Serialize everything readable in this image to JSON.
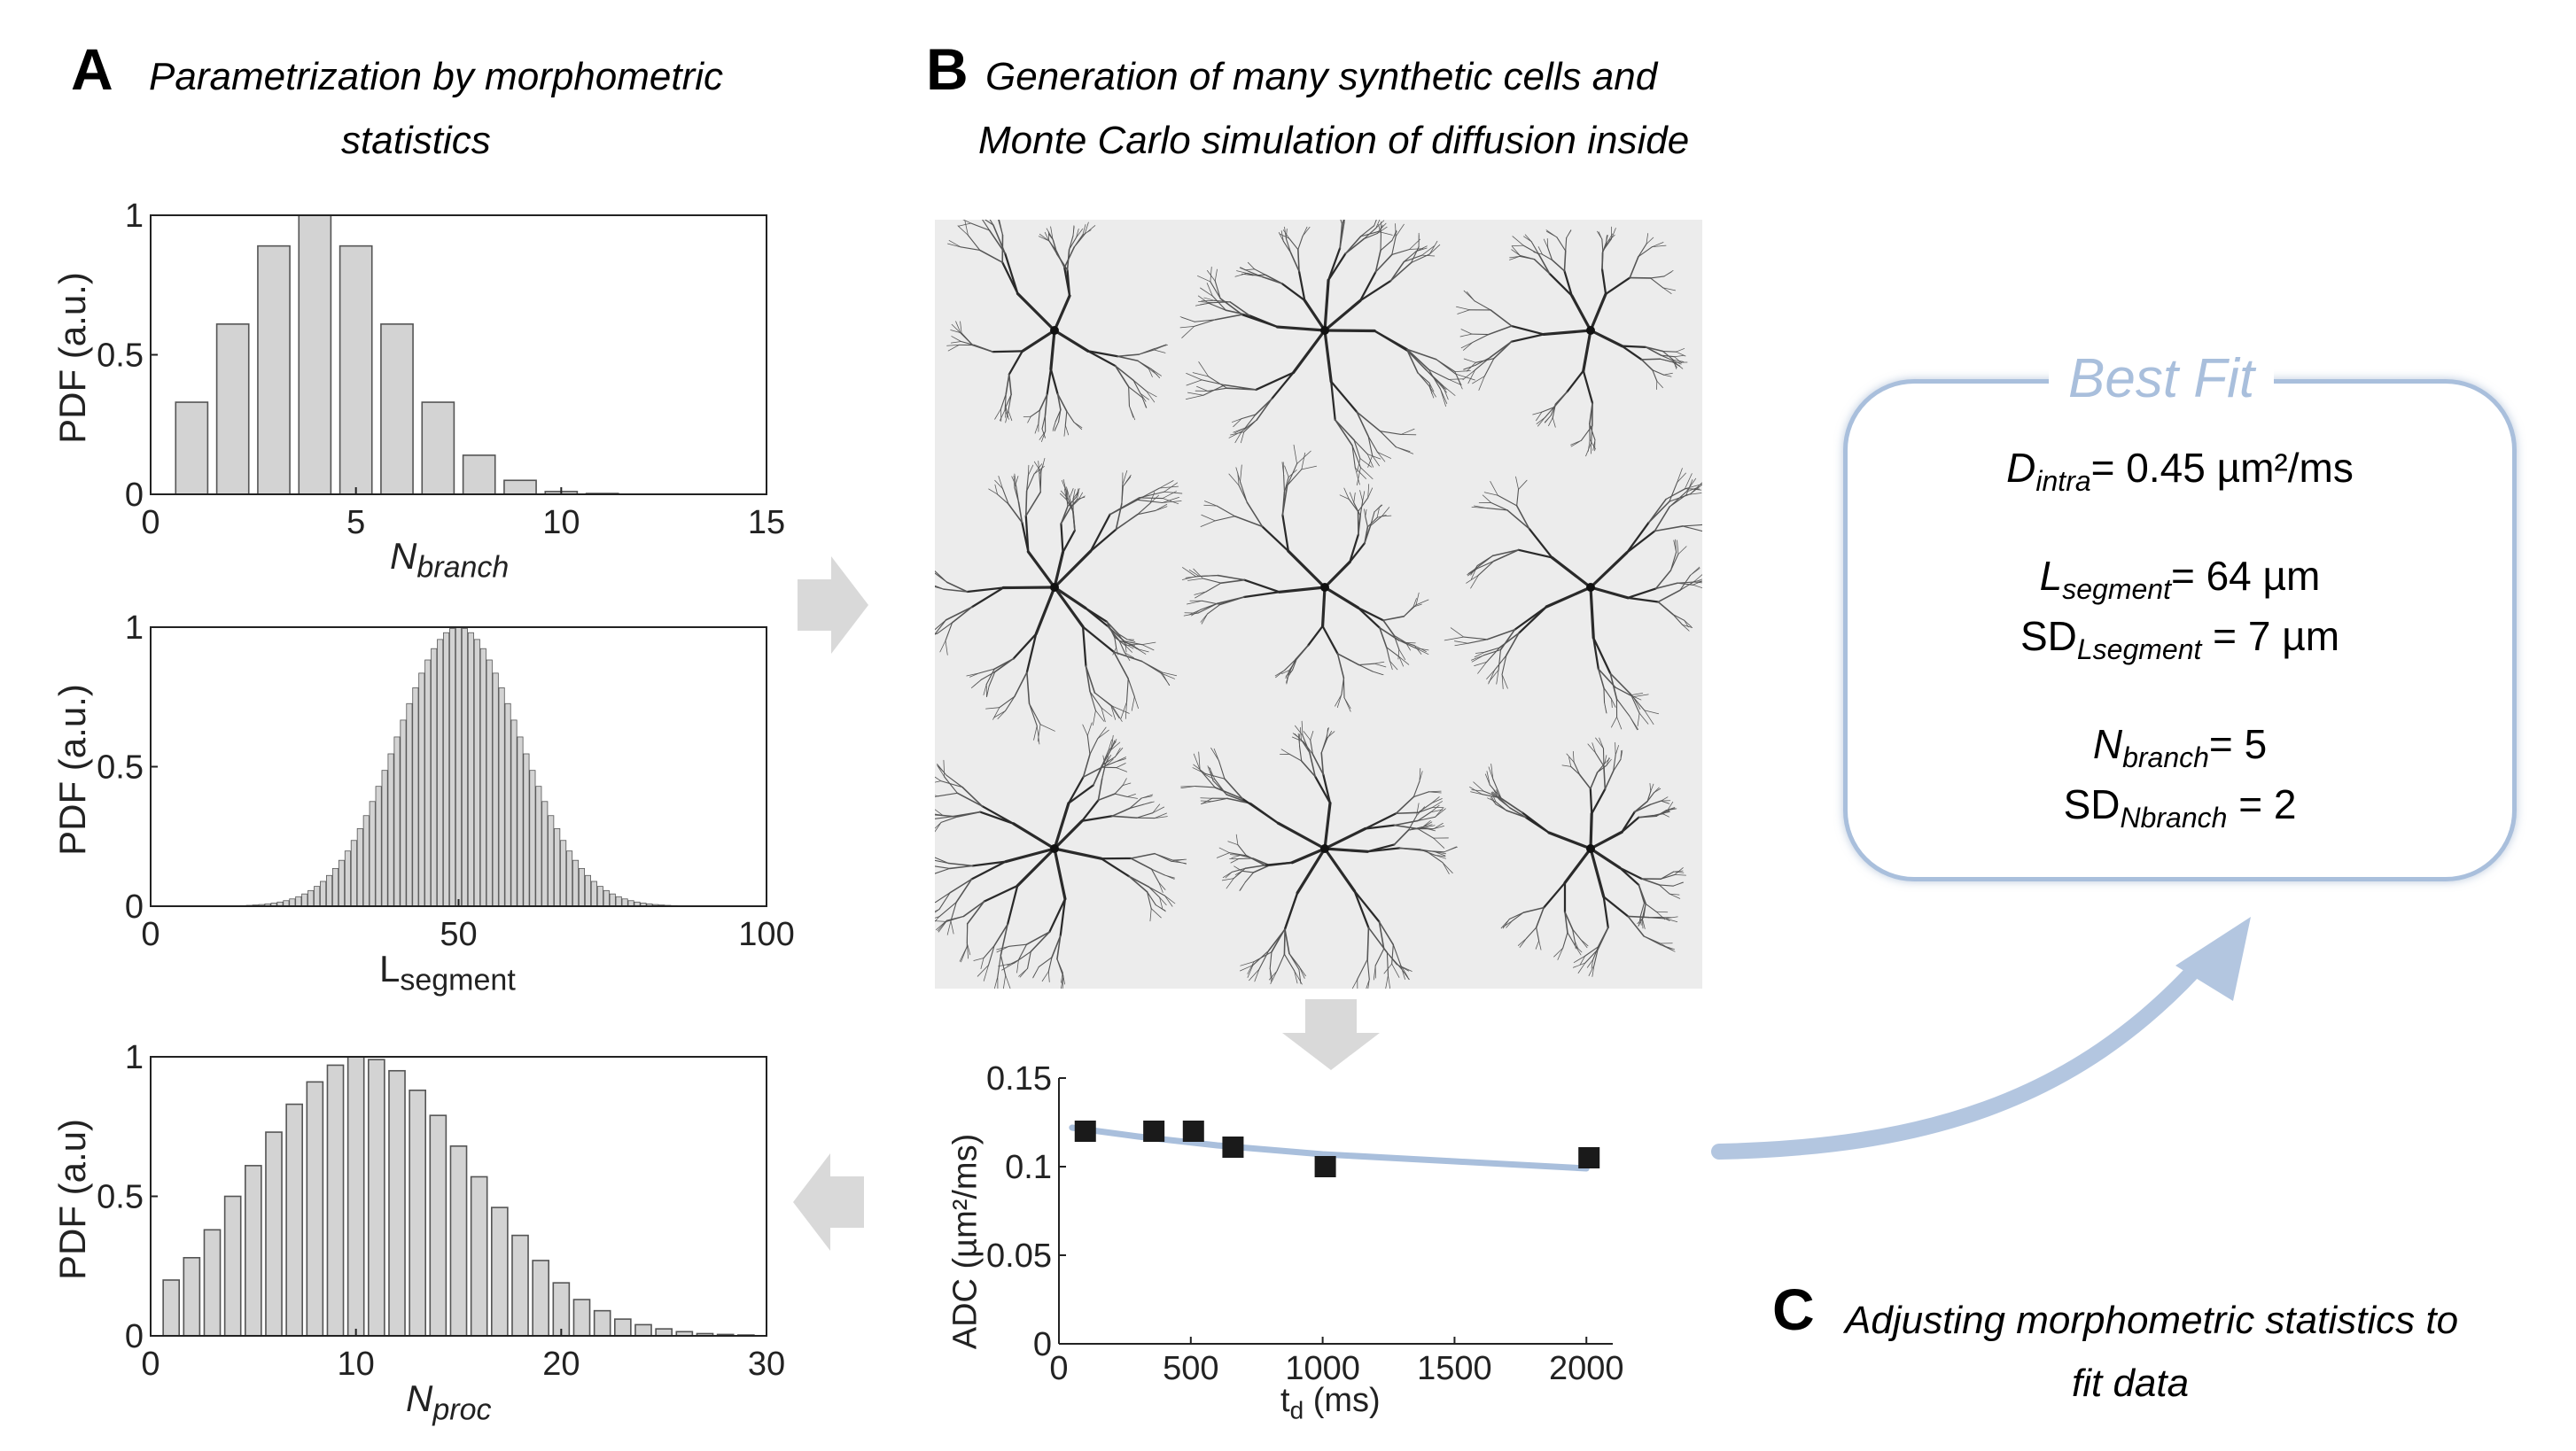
{
  "panelA": {
    "letter": "A",
    "title_line1": "Parametrization by morphometric",
    "title_line2": "statistics"
  },
  "panelB": {
    "letter": "B",
    "title_line1": "Generation  of  many  synthetic cells and",
    "title_line2": "Monte Carlo simulation of diffusion inside"
  },
  "panelC": {
    "letter": "C",
    "title_line1": "Adjusting morphometric statistics to",
    "title_line2": "fit data"
  },
  "best_fit": {
    "title": "Best Fit",
    "d_intra_main": "D",
    "d_intra_sub": "intra",
    "d_intra_value": "= 0.45 µm²/ms",
    "l_segment_main": "L",
    "l_segment_sub": "segment",
    "l_segment_value": "= 64 µm",
    "sd_l_main": "SD",
    "sd_l_sub": "Lsegment",
    "sd_l_value": " = 7 µm",
    "n_branch_main": "N",
    "n_branch_sub": "branch",
    "n_branch_value": "= 5",
    "sd_n_main": "SD",
    "sd_n_sub": "Nbranch",
    "sd_n_value": " = 2"
  },
  "arrow_colors": {
    "gray": "#d9d9d9",
    "blue": "#a9bfdc"
  },
  "chart_data": [
    {
      "type": "bar",
      "ylabel": "PDF (a.u.)",
      "xlabel_main": "N",
      "xlabel_sub": "branch",
      "xlim": [
        0,
        15
      ],
      "ylim": [
        0,
        1
      ],
      "xticks": [
        "0",
        "5",
        "10",
        "15"
      ],
      "yticks": [
        "0",
        "0.5",
        "1"
      ],
      "x": [
        1,
        2,
        3,
        4,
        5,
        6,
        7,
        8,
        9,
        10,
        11
      ],
      "values": [
        0.33,
        0.61,
        0.89,
        1.0,
        0.89,
        0.61,
        0.33,
        0.14,
        0.05,
        0.01,
        0.003
      ],
      "bar_color": "#d3d3d3"
    },
    {
      "type": "bar",
      "ylabel": "PDF (a.u.)",
      "xlabel_main": "L",
      "xlabel_sub": "segment",
      "xlim": [
        0,
        100
      ],
      "ylim": [
        0,
        1
      ],
      "xticks": [
        "0",
        "50",
        "100"
      ],
      "yticks": [
        "0",
        "0.5",
        "1"
      ],
      "distribution": "gaussian",
      "mean": 50,
      "sd": 10,
      "bin_width": 1,
      "bar_color": "#d3d3d3"
    },
    {
      "type": "bar",
      "ylabel": "PDF (a.u)",
      "xlabel_main": "N",
      "xlabel_sub": "proc",
      "xlim": [
        0,
        30
      ],
      "ylim": [
        0,
        1
      ],
      "xticks": [
        "0",
        "10",
        "20",
        "30"
      ],
      "yticks": [
        "0",
        "0.5",
        "1"
      ],
      "x": [
        1,
        2,
        3,
        4,
        5,
        6,
        7,
        8,
        9,
        10,
        11,
        12,
        13,
        14,
        15,
        16,
        17,
        18,
        19,
        20,
        21,
        22,
        23,
        24,
        25,
        26,
        27,
        28,
        29
      ],
      "values": [
        0.2,
        0.28,
        0.38,
        0.5,
        0.61,
        0.73,
        0.83,
        0.91,
        0.97,
        1.0,
        0.99,
        0.95,
        0.88,
        0.79,
        0.68,
        0.57,
        0.46,
        0.36,
        0.27,
        0.19,
        0.13,
        0.09,
        0.06,
        0.04,
        0.025,
        0.015,
        0.008,
        0.005,
        0.003
      ],
      "bar_color": "#d3d3d3"
    },
    {
      "type": "scatter",
      "ylabel": "ADC (µm²/ms)",
      "xlabel_main": "t",
      "xlabel_sub": "d",
      "xlabel_tail": " (ms)",
      "xlim": [
        0,
        2100
      ],
      "ylim": [
        0,
        0.15
      ],
      "xticks": [
        "0",
        "500",
        "1000",
        "1500",
        "2000"
      ],
      "yticks": [
        "0",
        "0.05",
        "0.1",
        "0.15"
      ],
      "points": [
        [
          100,
          0.12
        ],
        [
          360,
          0.12
        ],
        [
          510,
          0.12
        ],
        [
          660,
          0.111
        ],
        [
          1010,
          0.1
        ],
        [
          2010,
          0.105
        ]
      ],
      "fit_line": [
        [
          50,
          0.122
        ],
        [
          300,
          0.117
        ],
        [
          600,
          0.112
        ],
        [
          1000,
          0.107
        ],
        [
          1500,
          0.103
        ],
        [
          2000,
          0.099
        ]
      ],
      "marker_color": "#1a1a1a",
      "fit_color": "#a9bfdc"
    }
  ]
}
